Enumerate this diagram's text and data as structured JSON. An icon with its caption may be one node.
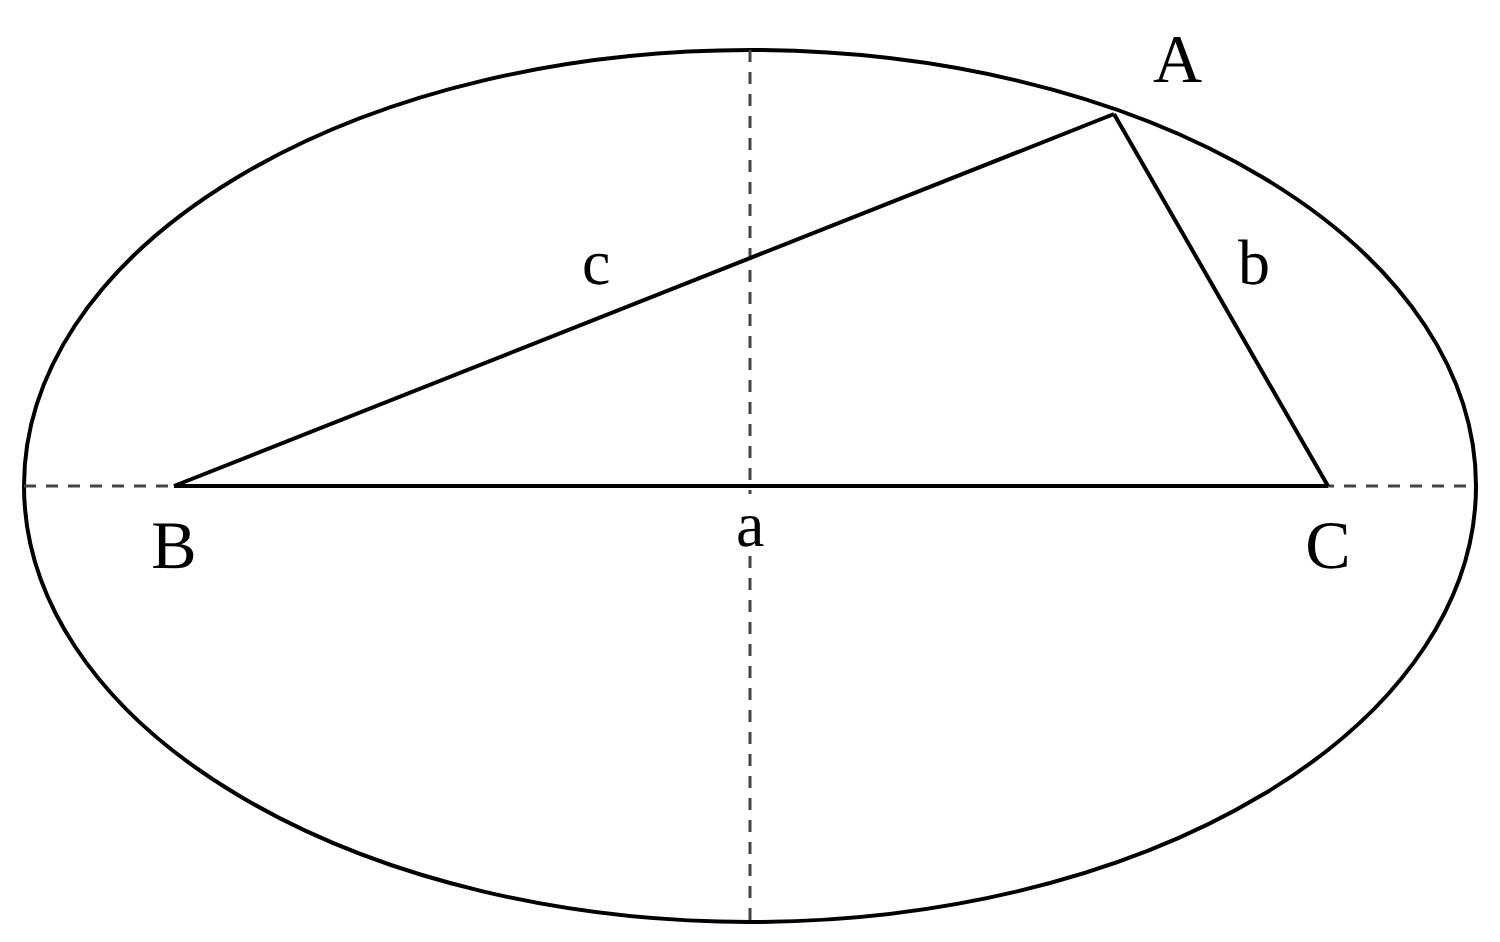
{
  "diagram": {
    "nodes": [
      {
        "text": [
          "A"
        ]
      },
      {
        "text": [
          "B"
        ]
      },
      {
        "text": [
          "C"
        ]
      }
    ],
    "edges": [
      {
        "from": 1,
        "to": 0,
        "arrow": "none",
        "label": "c"
      },
      {
        "from": 0,
        "to": 2,
        "arrow": "none",
        "label": "b"
      },
      {
        "from": 1,
        "to": 2,
        "arrow": "none",
        "label": "a"
      }
    ]
  }
}
